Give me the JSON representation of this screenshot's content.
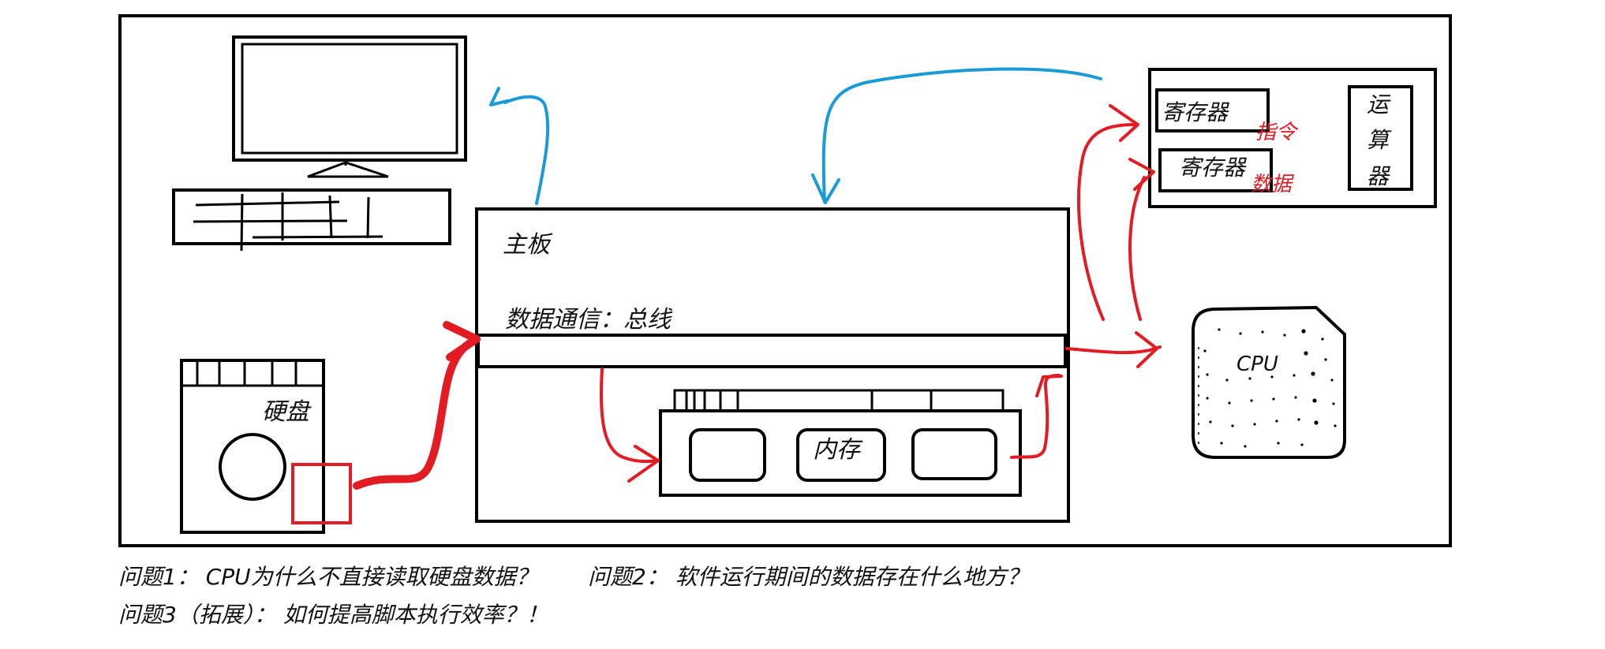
{
  "labels": {
    "motherboard": "主板",
    "bus": "数据通信：总线",
    "hard_disk": "硬盘",
    "memory": "内存",
    "register_1": "寄存器",
    "register_2": "寄存器",
    "alu_char_1": "运",
    "alu_char_2": "算",
    "alu_char_3": "器",
    "instruction": "指令",
    "data": "数据",
    "cpu": "CPU"
  },
  "questions": {
    "q1": "问题1： CPU为什么不直接读取硬盘数据？",
    "q2": "问题2： 软件运行期间的数据存在什么地方？",
    "q3": "问题3（拓展）： 如何提高脚本执行效率？！"
  },
  "colors": {
    "outline": "#000000",
    "data_flow": "#e31b23",
    "control_flow": "#1a9ad6"
  }
}
